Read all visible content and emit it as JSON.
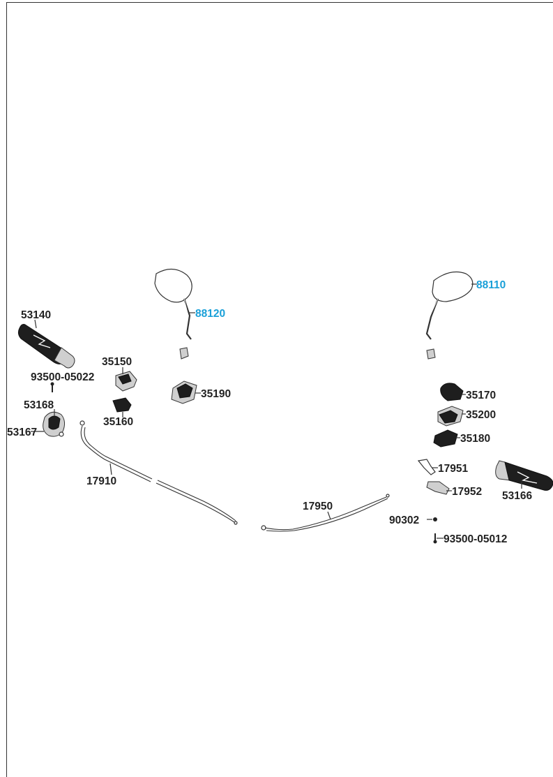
{
  "parts": [
    {
      "id": "p53140",
      "number": "53140",
      "highlight": false
    },
    {
      "id": "p93500a",
      "number": "93500-05022",
      "highlight": false
    },
    {
      "id": "p53168",
      "number": "53168",
      "highlight": false
    },
    {
      "id": "p53167",
      "number": "53167",
      "highlight": false
    },
    {
      "id": "p35150",
      "number": "35150",
      "highlight": false
    },
    {
      "id": "p35160",
      "number": "35160",
      "highlight": false
    },
    {
      "id": "p88120",
      "number": "88120",
      "highlight": true
    },
    {
      "id": "p35190",
      "number": "35190",
      "highlight": false
    },
    {
      "id": "p17910",
      "number": "17910",
      "highlight": false
    },
    {
      "id": "p88110",
      "number": "88110",
      "highlight": true
    },
    {
      "id": "p35170",
      "number": "35170",
      "highlight": false
    },
    {
      "id": "p35200",
      "number": "35200",
      "highlight": false
    },
    {
      "id": "p35180",
      "number": "35180",
      "highlight": false
    },
    {
      "id": "p17951",
      "number": "17951",
      "highlight": false
    },
    {
      "id": "p17952",
      "number": "17952",
      "highlight": false
    },
    {
      "id": "p53166",
      "number": "53166",
      "highlight": false
    },
    {
      "id": "p17950",
      "number": "17950",
      "highlight": false
    },
    {
      "id": "p90302",
      "number": "90302",
      "highlight": false
    },
    {
      "id": "p93500b",
      "number": "93500-05012",
      "highlight": false
    }
  ],
  "colors": {
    "highlight": "#1aa0d8",
    "label": "#222222",
    "line": "#333333"
  }
}
